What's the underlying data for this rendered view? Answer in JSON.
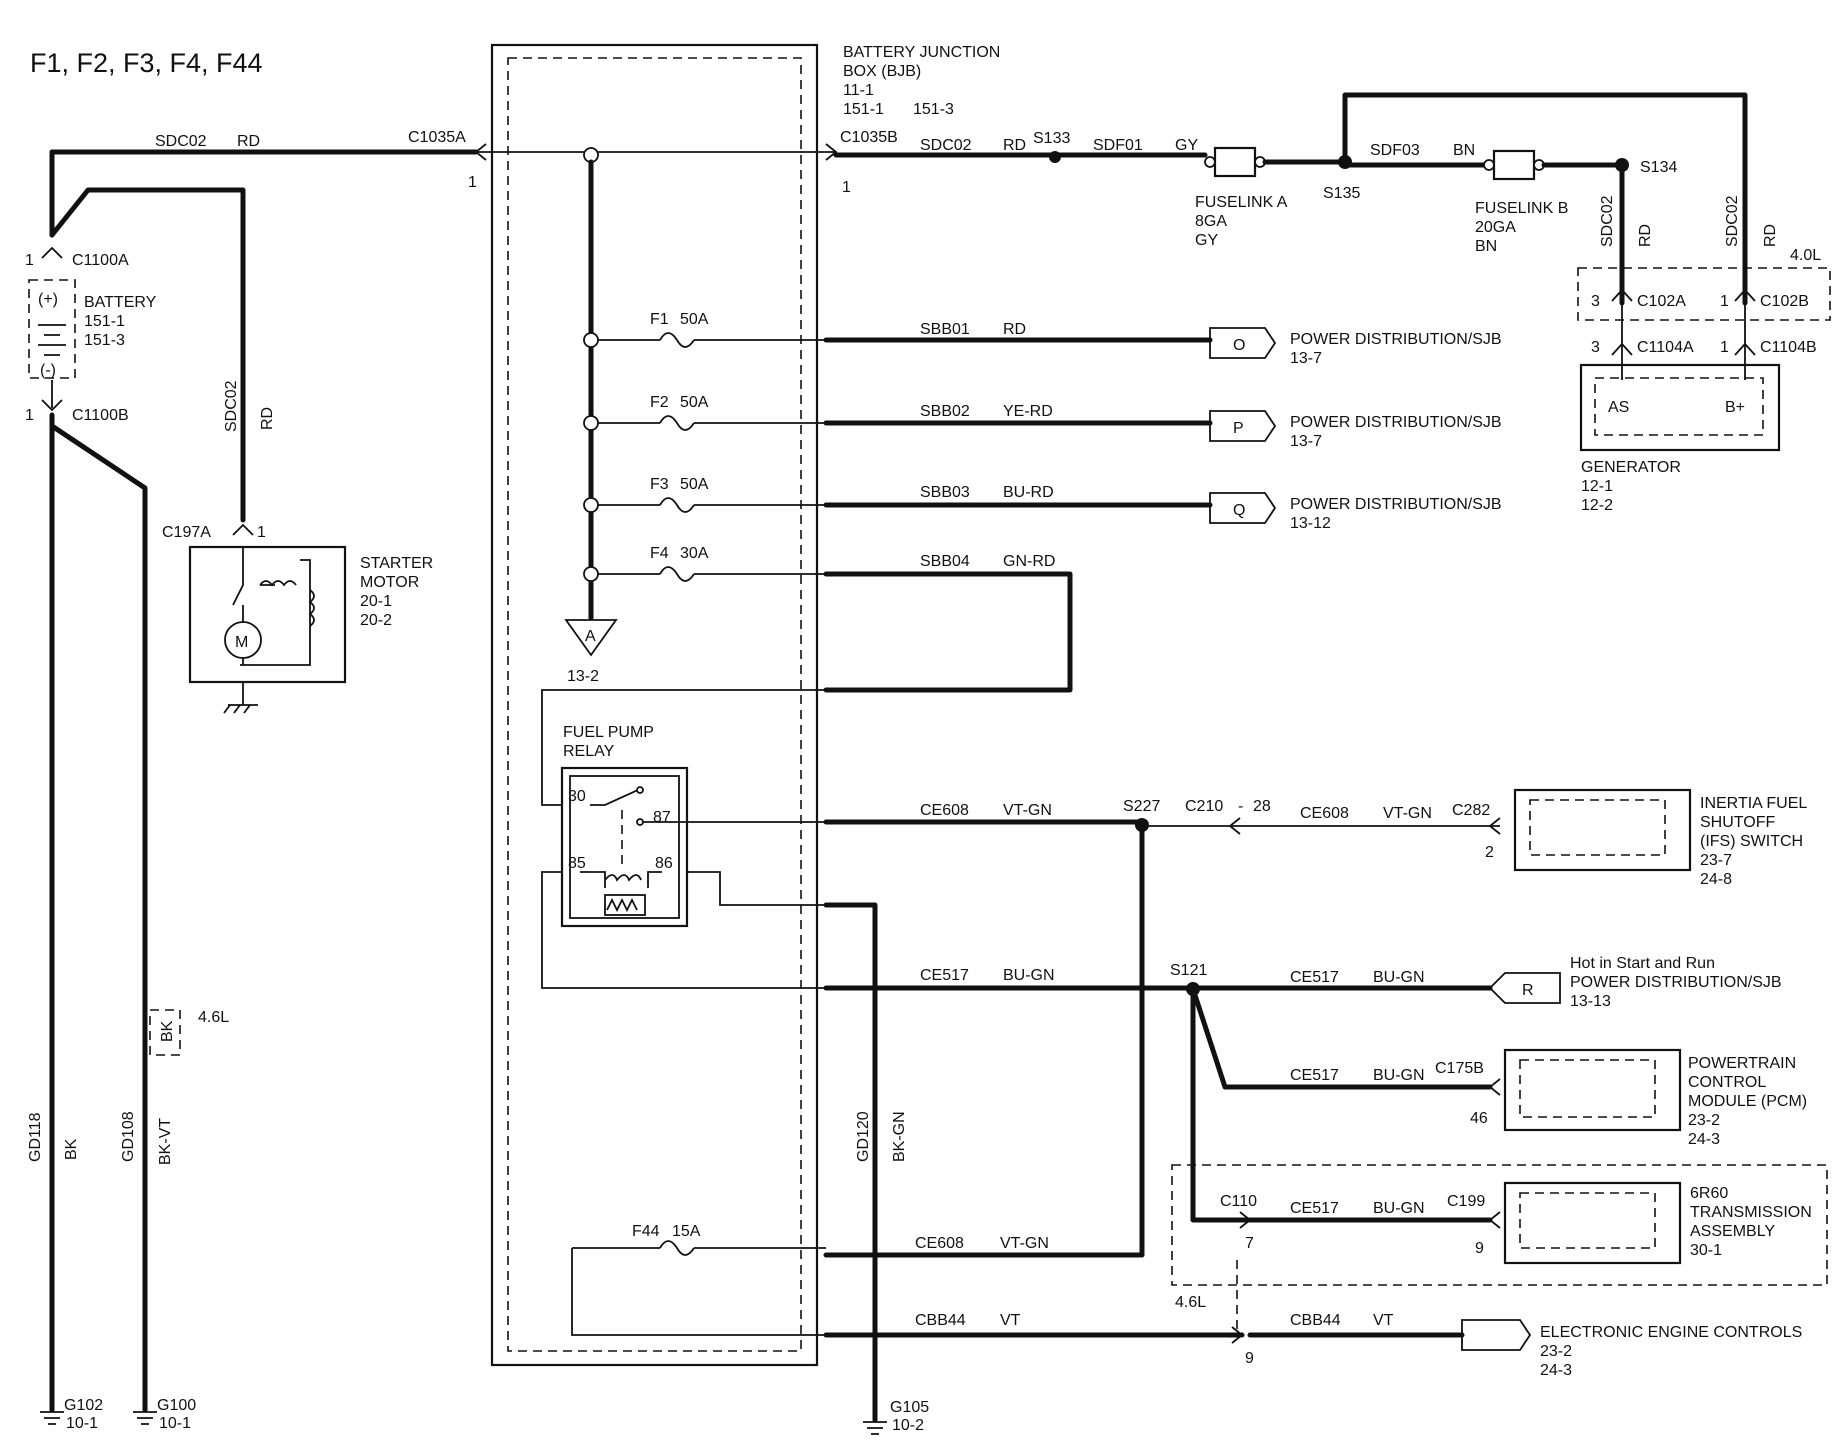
{
  "title": "F1, F2, F3, F4, F44",
  "battery_junction_box": {
    "name_line1": "BATTERY  JUNCTION",
    "name_line2": "BOX (BJB)",
    "ref1": "11-1",
    "ref2": "151-1",
    "ref3": "151-3"
  },
  "battery": {
    "label": "BATTERY",
    "ref1": "151-1",
    "ref2": "151-3",
    "connector_pos": "C1100A",
    "connector_neg": "C1100B",
    "pin_pos": "1",
    "pin_neg": "1",
    "plus": "(+)",
    "minus": "(-)"
  },
  "starter": {
    "label1": "STARTER",
    "label2": "MOTOR",
    "ref1": "20-1",
    "ref2": "20-2",
    "connector": "C197A",
    "pin": "1",
    "motor_symbol": "M",
    "wire": "SDC02",
    "color": "RD"
  },
  "top_wire": {
    "circuit": "SDC02",
    "color": "RD",
    "conn_a": "C1035A",
    "conn_b": "C1035B",
    "pin_a": "1",
    "pin_b": "1",
    "circuit_b": "SDC02",
    "color_b": "RD",
    "splice1": "S133",
    "circuit2": "SDF01",
    "color2": "GY"
  },
  "fuselink_a": {
    "label": "FUSELINK A",
    "size": "8GA",
    "color": "GY"
  },
  "splice_s135": "S135",
  "fuselink_b": {
    "circuit": "SDF03",
    "color_in": "BN",
    "label": "FUSELINK B",
    "size": "20GA",
    "color": "BN"
  },
  "splice_s134": "S134",
  "generator": {
    "label": "GENERATOR",
    "ref1": "12-1",
    "ref2": "12-2",
    "as": "AS",
    "bplus": "B+",
    "c102a": "C102A",
    "c102b": "C102B",
    "c1104a": "C1104A",
    "c1104b": "C1104B",
    "pin3a": "3",
    "pin1a": "1",
    "pin3b": "3",
    "pin1b": "1",
    "variant": "4.0L",
    "wire_a": "SDC02",
    "color_a": "RD",
    "wire_b": "SDC02",
    "color_b": "RD"
  },
  "fuses": [
    {
      "name": "F1",
      "rating": "50A",
      "circuit": "SBB01",
      "color": "RD",
      "connector": "O",
      "dest": "POWER DISTRIBUTION/SJB",
      "ref": "13-7"
    },
    {
      "name": "F2",
      "rating": "50A",
      "circuit": "SBB02",
      "color": "YE-RD",
      "connector": "P",
      "dest": "POWER DISTRIBUTION/SJB",
      "ref": "13-7"
    },
    {
      "name": "F3",
      "rating": "50A",
      "circuit": "SBB03",
      "color": "BU-RD",
      "connector": "Q",
      "dest": "POWER DISTRIBUTION/SJB",
      "ref": "13-12"
    },
    {
      "name": "F4",
      "rating": "30A",
      "circuit": "SBB04",
      "color": "GN-RD"
    }
  ],
  "bus_ref": {
    "label": "A",
    "ref": "13-2"
  },
  "relay": {
    "label1": "FUEL  PUMP",
    "label2": "RELAY",
    "p30": "30",
    "p87": "87",
    "p85": "85",
    "p86": "86"
  },
  "ce608": {
    "circuit": "CE608",
    "color": "VT-GN",
    "splice": "S227",
    "conn": "C210",
    "conn_pin": "28",
    "circuit2": "CE608",
    "color2": "VT-GN",
    "conn2": "C282",
    "pin2": "2"
  },
  "ifs": {
    "l1": "INERTIA FUEL",
    "l2": "SHUTOFF",
    "l3": "(IFS) SWITCH",
    "ref1": "23-7",
    "ref2": "24-8"
  },
  "ce517": {
    "circuit": "CE517",
    "color": "BU-GN",
    "splice": "S121",
    "circuit2": "CE517",
    "color2": "BU-GN",
    "connector": "R",
    "hot": "Hot in Start and Run",
    "dest": "POWER DISTRIBUTION/SJB",
    "ref": "13-13"
  },
  "pcm": {
    "circuit": "CE517",
    "color": "BU-GN",
    "conn": "C175B",
    "pin": "46",
    "l1": "POWERTRAIN",
    "l2": "CONTROL",
    "l3": "MODULE (PCM)",
    "ref1": "23-2",
    "ref2": "24-3"
  },
  "trans": {
    "conn_a": "C110",
    "circuit": "CE517",
    "color": "BU-GN",
    "conn_b": "C199",
    "pin_a": "7",
    "pin_b": "9",
    "l1": "6R60",
    "l2": "TRANSMISSION",
    "l3": "ASSEMBLY",
    "ref": "30-1"
  },
  "f44": {
    "name": "F44",
    "rating": "15A",
    "circuit": "CE608",
    "color": "VT-GN"
  },
  "cbb44": {
    "circuit": "CBB44",
    "color": "VT",
    "variant": "4.6L",
    "pin_in": "9",
    "circuit2": "CBB44",
    "color2": "VT",
    "l1": "ELECTRONIC ENGINE CONTROLS",
    "ref1": "23-2",
    "ref2": "24-3"
  },
  "grounds": {
    "g102": {
      "name": "G102",
      "ref": "10-1",
      "wire": "GD118",
      "color": "BK"
    },
    "g100": {
      "name": "G100",
      "ref": "10-1",
      "wire": "GD108",
      "color": "BK-VT",
      "variant_color": "BK",
      "variant": "4.6L"
    },
    "g105": {
      "name": "G105",
      "ref": "10-2",
      "wire": "GD120",
      "color": "BK-GN"
    }
  }
}
